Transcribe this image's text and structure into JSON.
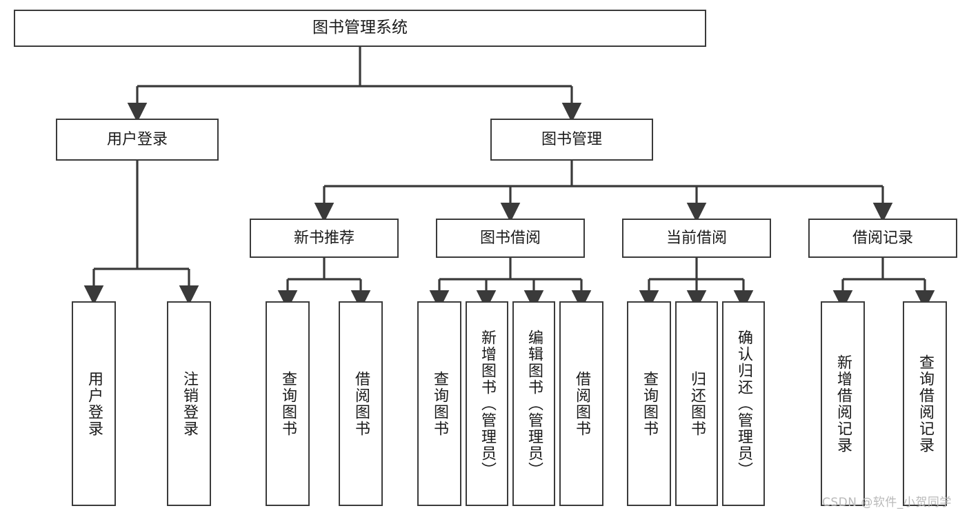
{
  "diagram": {
    "title": "图书管理系统",
    "type": "tree-hierarchy-diagram",
    "root": {
      "label": "图书管理系统"
    },
    "level2": [
      {
        "label": "用户登录"
      },
      {
        "label": "图书管理"
      }
    ],
    "level3": [
      {
        "label": "新书推荐"
      },
      {
        "label": "图书借阅"
      },
      {
        "label": "当前借阅"
      },
      {
        "label": "借阅记录"
      }
    ],
    "leaves": {
      "user_login": [
        {
          "label": "用户登录"
        },
        {
          "label": "注销登录"
        }
      ],
      "new_book_recommend": [
        {
          "label": "查询图书"
        },
        {
          "label": "借阅图书"
        }
      ],
      "book_borrow": [
        {
          "label": "查询图书"
        },
        {
          "label": "新增图书（管理员）"
        },
        {
          "label": "编辑图书（管理员）"
        },
        {
          "label": "借阅图书"
        }
      ],
      "current_borrow": [
        {
          "label": "查询图书"
        },
        {
          "label": "归还图书"
        },
        {
          "label": "确认归还（管理员）"
        }
      ],
      "borrow_record": [
        {
          "label": "新增借阅记录"
        },
        {
          "label": "查询借阅记录"
        }
      ]
    }
  },
  "watermark": {
    "text": "CSDN @软件_小贺同学"
  },
  "colors": {
    "stroke": "#3a3a3a",
    "text": "#1a1a1a",
    "background": "#ffffff",
    "watermark": "#b9b9b9"
  }
}
